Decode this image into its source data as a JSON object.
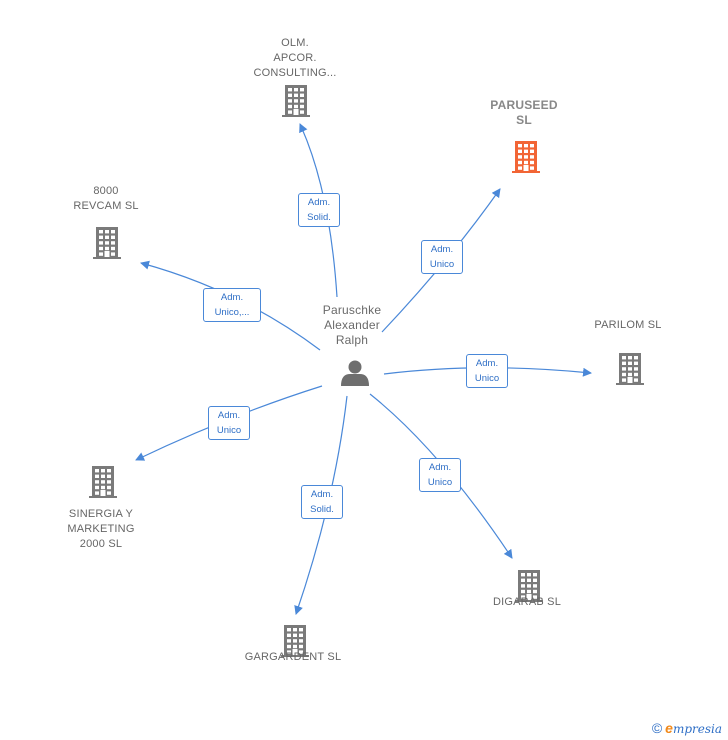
{
  "person": {
    "label": "Paruschke\nAlexander\nRalph"
  },
  "companies": [
    {
      "id": "olm",
      "label": "OLM.\nAPCOR.\nCONSULTING...",
      "main": false
    },
    {
      "id": "paruseed",
      "label": "PARUSEED\nSL",
      "main": true
    },
    {
      "id": "revcam",
      "label": "8000\nREVCAM  SL",
      "main": false
    },
    {
      "id": "parilom",
      "label": "PARILOM  SL",
      "main": false
    },
    {
      "id": "sinergia",
      "label": "SINERGIA Y\nMARKETING\n2000 SL",
      "main": false
    },
    {
      "id": "digarab",
      "label": "DIGARAB SL",
      "main": false
    },
    {
      "id": "gargardent",
      "label": "GARGARDENT SL",
      "main": false
    }
  ],
  "relations": [
    {
      "to": "olm",
      "label": "Adm.\nSolid."
    },
    {
      "to": "paruseed",
      "label": "Adm.\nUnico"
    },
    {
      "to": "revcam",
      "label": "Adm.\nUnico,..."
    },
    {
      "to": "parilom",
      "label": "Adm.\nUnico"
    },
    {
      "to": "sinergia",
      "label": "Adm.\nUnico"
    },
    {
      "to": "digarab",
      "label": "Adm.\nUnico"
    },
    {
      "to": "gargardent",
      "label": "Adm.\nSolid."
    }
  ],
  "colors": {
    "edge": "#4a88d8",
    "building": "#7a7a7a",
    "main_building": "#f26535",
    "person": "#6e6e6e"
  },
  "footer": {
    "copyright": "©",
    "brand_initial": "e",
    "brand_rest": "mpresia"
  }
}
